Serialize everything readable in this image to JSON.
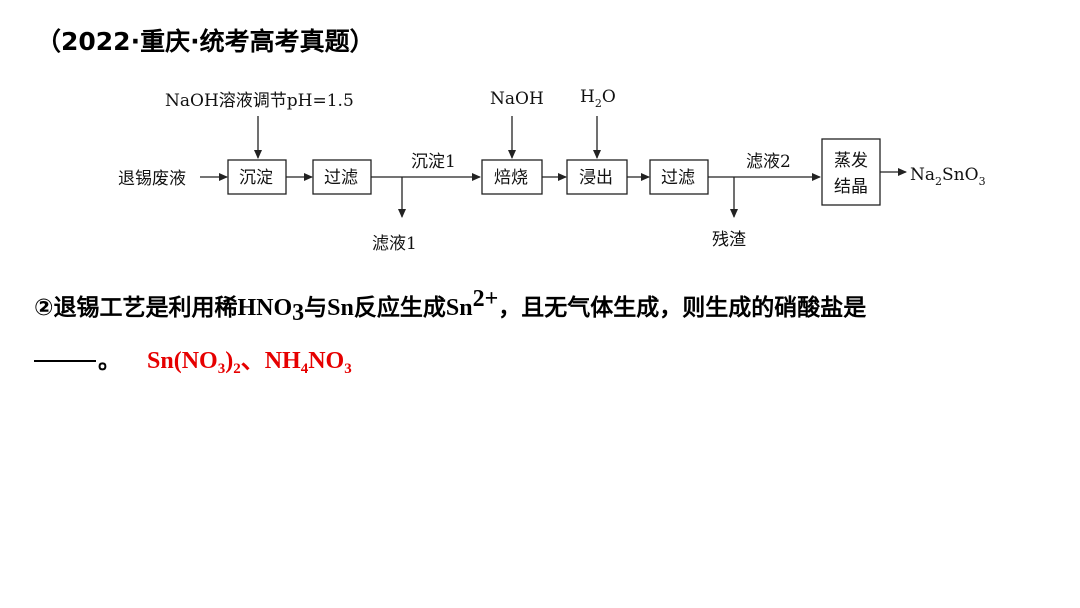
{
  "source": "（2022·重庆·统考高考真题）",
  "flow": {
    "start_label": "退锡废液",
    "top_inputs": {
      "naoh_ph": "NaOH溶液调节pH=1.5",
      "naoh": "NaOH",
      "h2o_h": "H",
      "h2o_sub": "2",
      "h2o_o": "O"
    },
    "steps": {
      "precipitate": "沉淀",
      "filter1": "过滤",
      "roast": "焙烧",
      "leach": "浸出",
      "filter2": "过滤",
      "evap_line1": "蒸发",
      "evap_line2": "结晶"
    },
    "stream_labels": {
      "precipitate1": "沉淀1",
      "filtrate2": "滤液2"
    },
    "bottom_outputs": {
      "filtrate1": "滤液1",
      "residue": "残渣"
    },
    "product": {
      "na": "Na",
      "na_sub": "2",
      "sno": "SnO",
      "o_sub": "3"
    }
  },
  "question": {
    "part1": "②退锡工艺是利用稀",
    "hno": "HNO",
    "hno_sub": "3",
    "part2": "与",
    "sn": "Sn",
    "part3": "反应生成",
    "sn2": "Sn",
    "sn2_sup": "2+",
    "part4": "，且无气体生成，则生成的硝酸盐是",
    "period": "。"
  },
  "answer": {
    "a1": "Sn(NO",
    "a1_sub1": "3",
    "a1_close": ")",
    "a1_sub2": "2",
    "sep": "、",
    "a2_nh": "NH",
    "a2_sub1": "4",
    "a2_no": "NO",
    "a2_sub2": "3"
  },
  "colors": {
    "answer": "#e60000",
    "text": "#000000"
  }
}
